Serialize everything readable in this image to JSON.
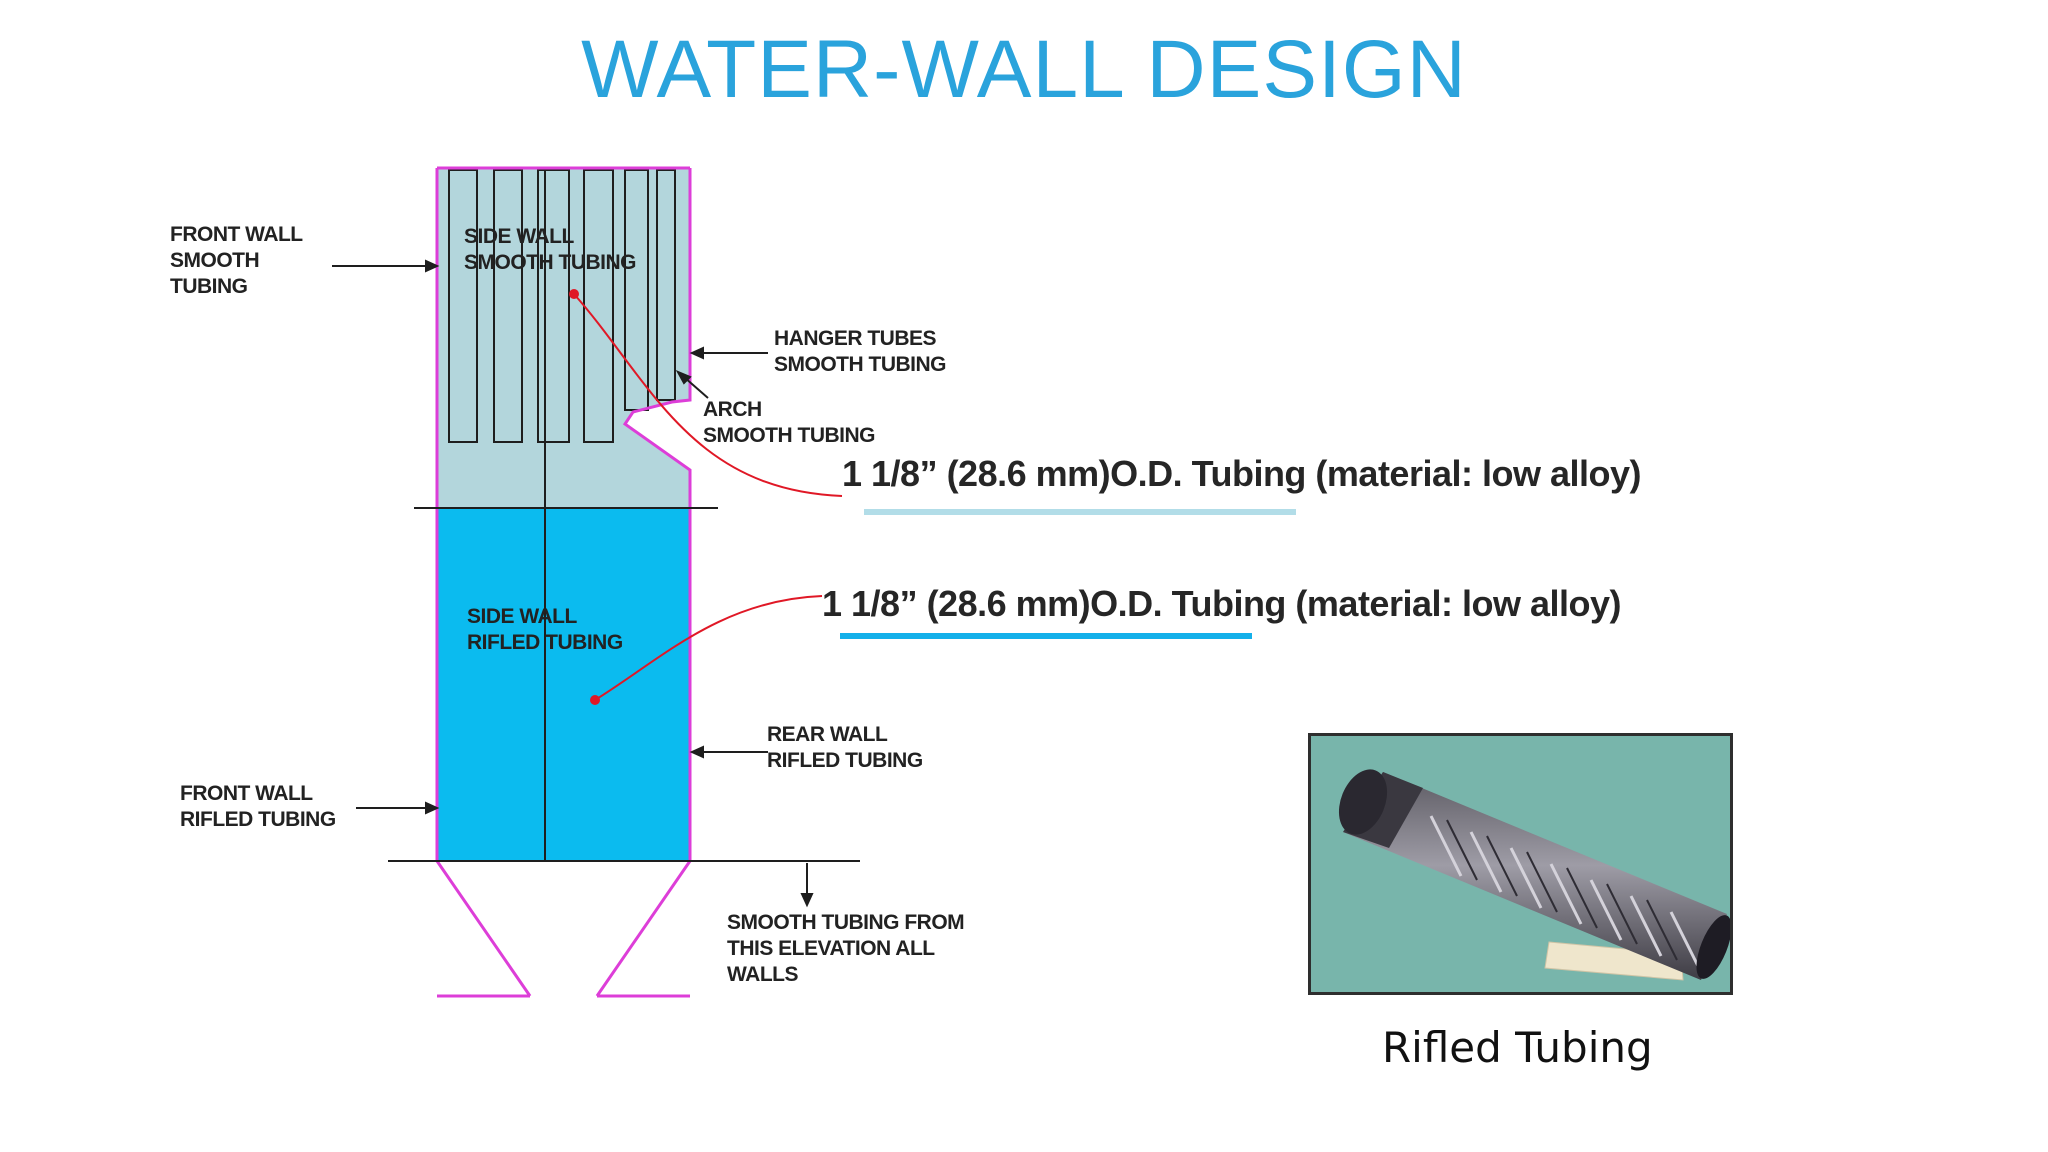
{
  "slide": {
    "title": "WATER-WALL DESIGN"
  },
  "colors": {
    "title": "#2aa3dc",
    "upper_zone_fill": "#b3d6dc",
    "lower_zone_fill": "#0bbbef",
    "outline": "#dd3ed8",
    "leader_line": "#e01826",
    "underline_upper": "#b2dde8",
    "underline_lower": "#14b0ea"
  },
  "labels": {
    "front_wall_smooth": [
      "FRONT WALL",
      "SMOOTH",
      "TUBING"
    ],
    "side_wall_smooth": [
      "SIDE WALL",
      "SMOOTH TUBING"
    ],
    "hanger_tubes": [
      "HANGER TUBES",
      "SMOOTH TUBING"
    ],
    "arch": [
      "ARCH",
      "SMOOTH TUBING"
    ],
    "side_wall_rifled": [
      "SIDE WALL",
      "RIFLED TUBING"
    ],
    "rear_wall_rifled": [
      "REAR WALL",
      "RIFLED TUBING"
    ],
    "front_wall_rifled": [
      "FRONT WALL",
      "RIFLED TUBING"
    ],
    "smooth_from_elevation": [
      "SMOOTH TUBING FROM",
      "THIS ELEVATION ALL",
      "WALLS"
    ]
  },
  "specs": {
    "upper": "1 1/8” (28.6 mm)O.D. Tubing  (material: low alloy)",
    "lower": "1 1/8” (28.6 mm)O.D. Tubing  (material: low alloy)"
  },
  "photo": {
    "caption": "Rifled Tubing"
  }
}
